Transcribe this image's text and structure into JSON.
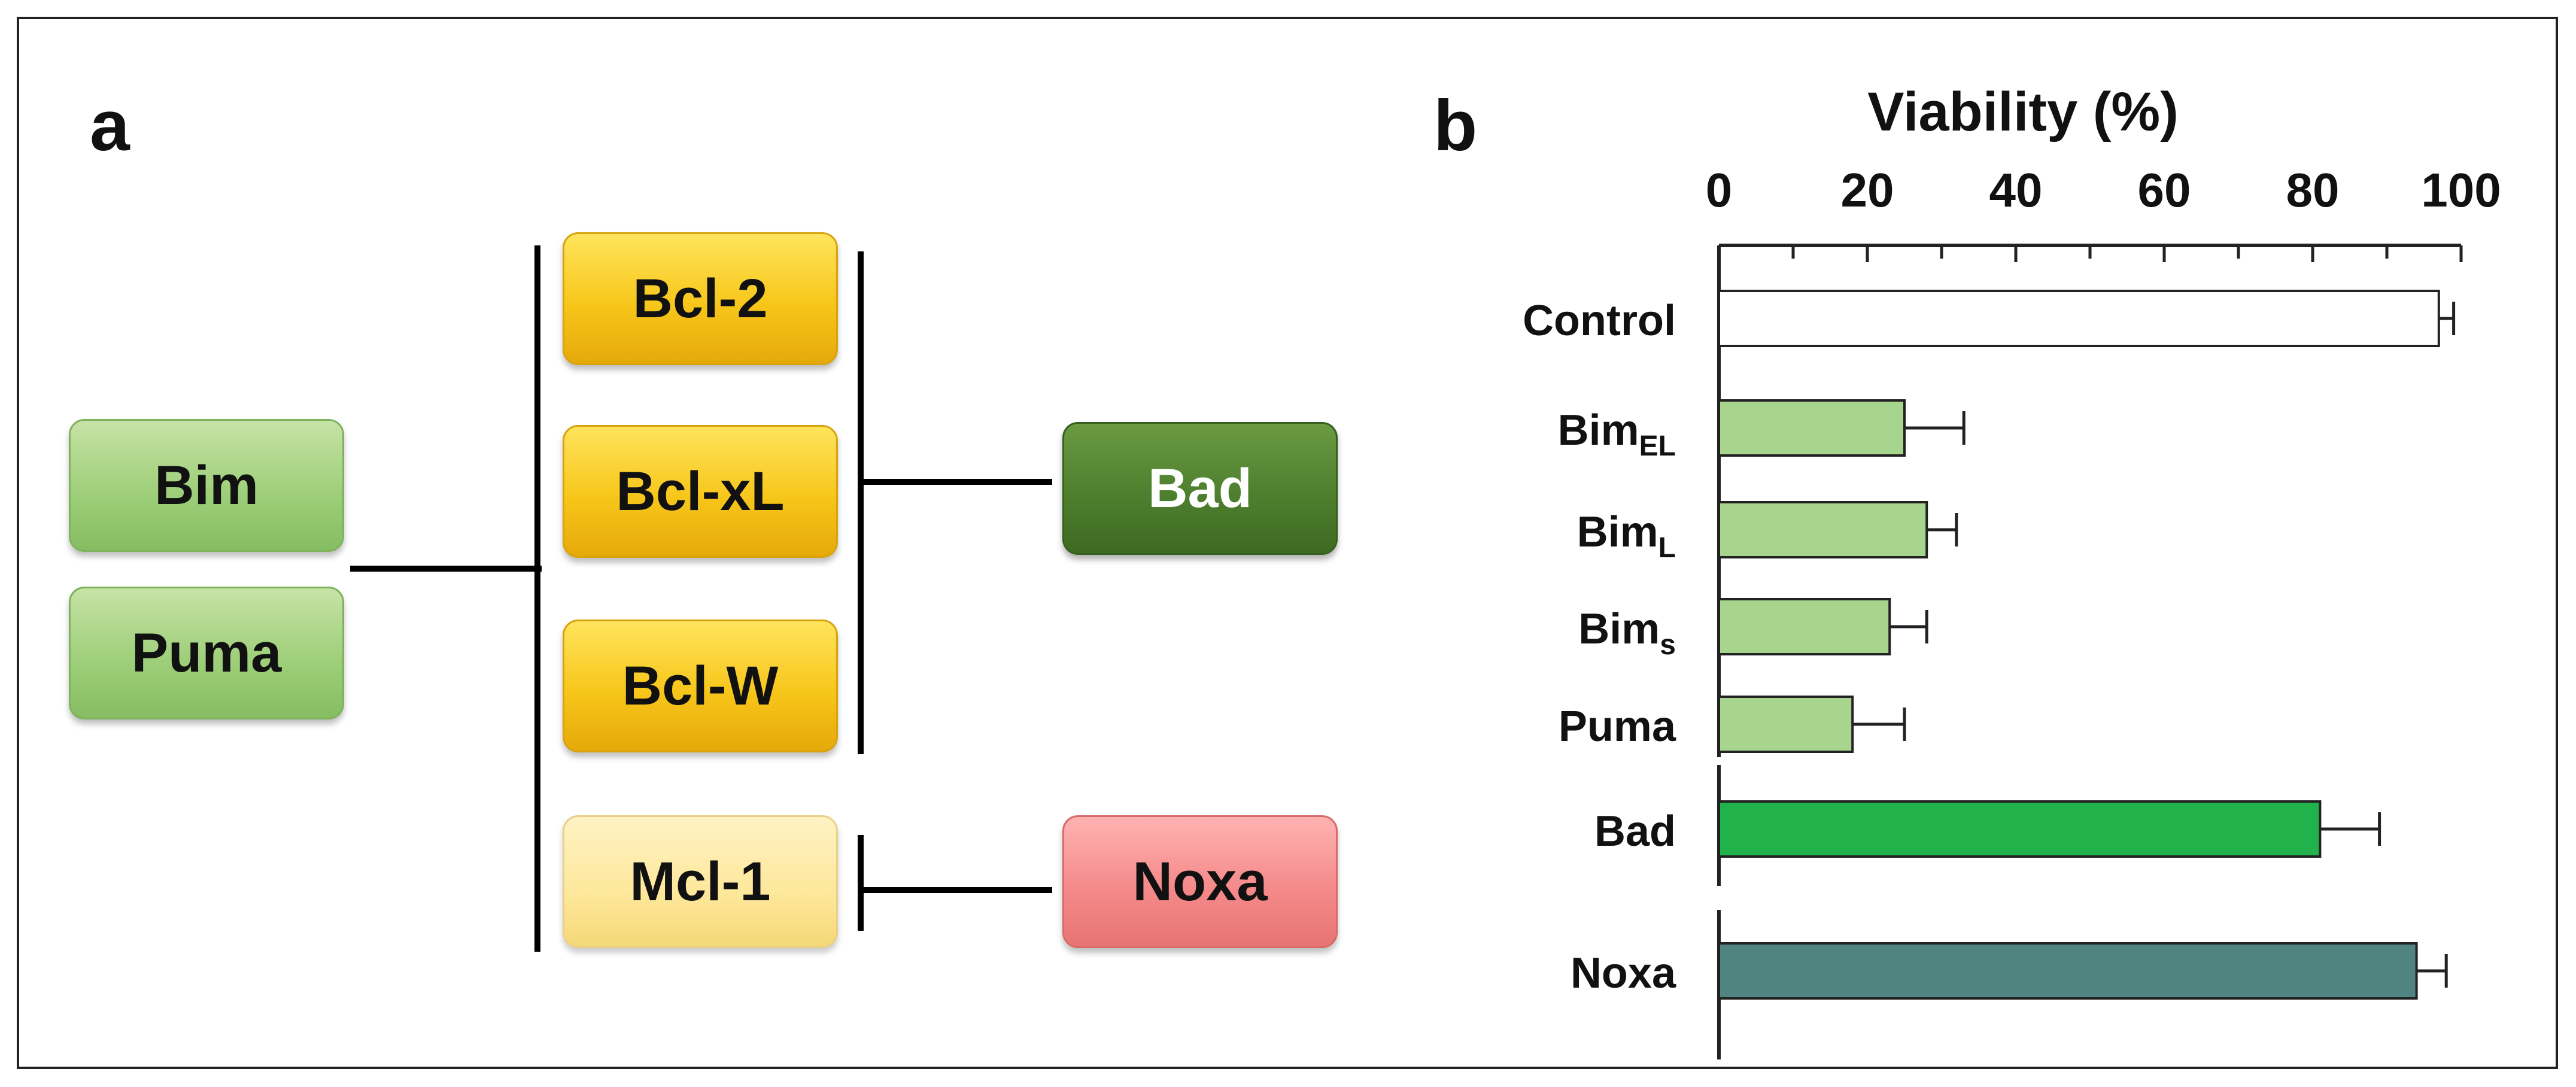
{
  "panel_a": {
    "letter": "a",
    "left_group": [
      "Bim",
      "Puma"
    ],
    "middle_group": [
      "Bcl-2",
      "Bcl-xL",
      "Bcl-W",
      "Mcl-1"
    ],
    "right_targets": [
      "Bad",
      "Noxa"
    ],
    "colors": {
      "bim_puma": "#9fcf7a",
      "bcl_family": "#f7c61a",
      "mcl1": "#fde79a",
      "bad": "#4e7f2e",
      "noxa": "#f58a8a"
    }
  },
  "panel_b": {
    "letter": "b"
  },
  "chart_data": {
    "type": "bar",
    "orientation": "horizontal",
    "title": "Viability (%)",
    "xlabel": "",
    "ylabel": "",
    "xlim": [
      0,
      100
    ],
    "ticks": [
      "0",
      "20",
      "40",
      "60",
      "80",
      "100"
    ],
    "categories": [
      {
        "main": "Control",
        "sub": ""
      },
      {
        "main": "Bim",
        "sub": "EL"
      },
      {
        "main": "Bim",
        "sub": "L"
      },
      {
        "main": "Bim",
        "sub": "s"
      },
      {
        "main": "Puma",
        "sub": ""
      },
      {
        "main": "Bad",
        "sub": ""
      },
      {
        "main": "Noxa",
        "sub": ""
      }
    ],
    "values": [
      97,
      25,
      28,
      23,
      18,
      81,
      94
    ],
    "errors": [
      2,
      8,
      4,
      5,
      7,
      8,
      4
    ],
    "bar_colors": [
      "#ffffff",
      "#a8d58e",
      "#a8d58e",
      "#a8d58e",
      "#a8d58e",
      "#22b24c",
      "#4f8480"
    ],
    "grid": false,
    "legend": "none"
  }
}
